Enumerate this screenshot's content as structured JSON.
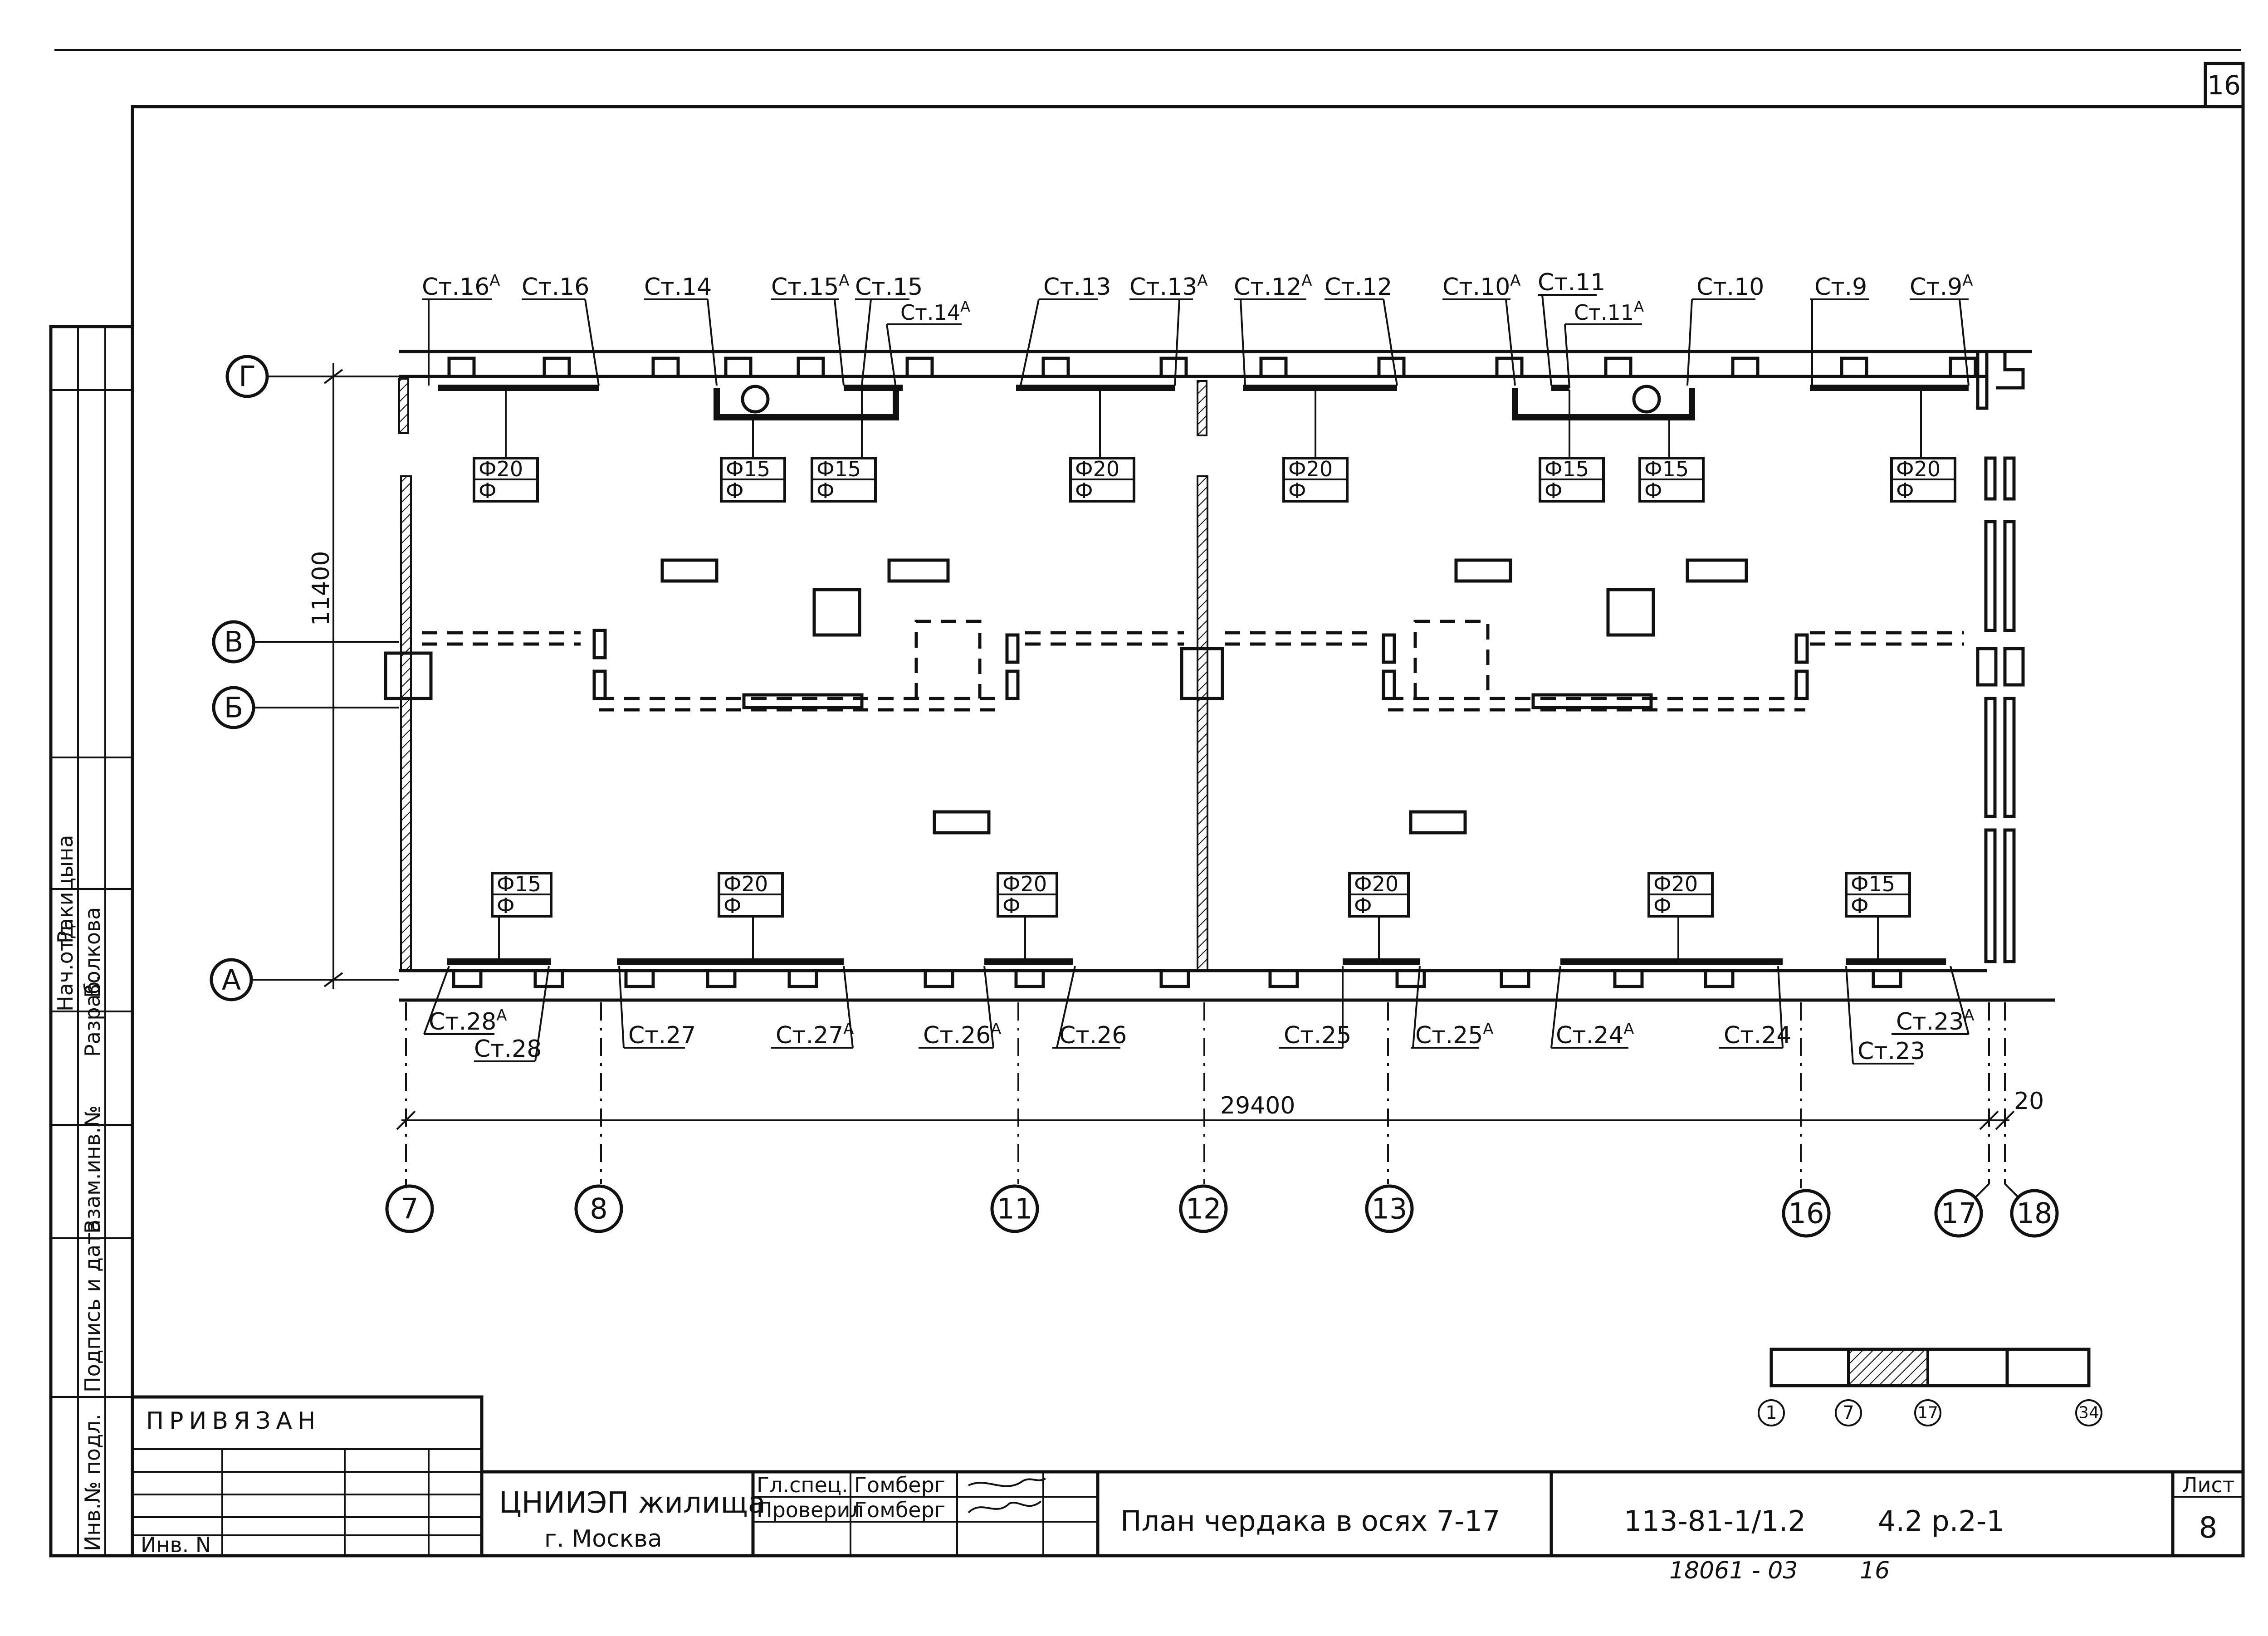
{
  "sheet_number_top": "16",
  "elevation_dim": "11400",
  "span_dim": "29400",
  "small_dim": "20",
  "row_axes": {
    "g": "Г",
    "v": "В",
    "b": "Б",
    "a": "А"
  },
  "column_axes": [
    "7",
    "8",
    "11",
    "12",
    "13",
    "16",
    "17",
    "18"
  ],
  "top_walls": [
    "Ст.16",
    "А",
    "Ст.16",
    "Ст.14",
    "Ст.15",
    "А",
    "Ст.15",
    "Ст.14",
    "А",
    "Ст.13",
    "Ст.13",
    "А",
    "Ст.12",
    "А",
    "Ст.12",
    "Ст.10",
    "А",
    "Ст.11",
    "Ст.11",
    "А",
    "Ст.10",
    "Ст.9",
    "Ст.9",
    "А"
  ],
  "bottom_walls": [
    "Ст.28",
    "А",
    "Ст.28",
    "Ст.27",
    "Ст.27",
    "А",
    "Ст.26",
    "А",
    "Ст.26",
    "Ст.25",
    "Ст.25",
    "А",
    "Ст.24",
    "А",
    "Ст.24",
    "Ст.23",
    "Ст.23",
    "А"
  ],
  "top_tags": [
    {
      "top": "Ф20",
      "bottom": "Ф"
    },
    {
      "top": "Ф15",
      "bottom": "Ф"
    },
    {
      "top": "Ф15",
      "bottom": "Ф"
    },
    {
      "top": "Ф20",
      "bottom": "Ф"
    },
    {
      "top": "Ф20",
      "bottom": "Ф"
    },
    {
      "top": "Ф15",
      "bottom": "Ф"
    },
    {
      "top": "Ф15",
      "bottom": "Ф"
    },
    {
      "top": "Ф20",
      "bottom": "Ф"
    }
  ],
  "bottom_tags": [
    {
      "top": "Ф15",
      "bottom": "Ф"
    },
    {
      "top": "Ф20",
      "bottom": "Ф"
    },
    {
      "top": "Ф20",
      "bottom": "Ф"
    },
    {
      "top": "Ф20",
      "bottom": "Ф"
    },
    {
      "top": "Ф20",
      "bottom": "Ф"
    },
    {
      "top": "Ф15",
      "bottom": "Ф"
    }
  ],
  "key_plan": [
    "1",
    "7",
    "17",
    "34"
  ],
  "side_stamp": [
    "Нач.отд.",
    "Ракицына",
    "Разраб.",
    "Волкова",
    "Взам.инв.№",
    "Подпись и дата",
    "Инв.№ подл."
  ],
  "title_block": {
    "privyazan": "ПРИВЯЗАН",
    "inv_n": "Инв. N",
    "org": "ЦНИИЭП жилища",
    "city": "г. Москва",
    "role1": "Гл.спец.",
    "name1": "Гомберг",
    "role2": "Проверил",
    "name2": "Гомберг",
    "title": "План чердака в осях 7-17",
    "code": "113-81-1/1.2",
    "part": "4.2  р.2-1",
    "sheet_label": "Лист",
    "sheet_number": "8"
  },
  "footer_code": "18061 - 03",
  "footer_page": "16"
}
